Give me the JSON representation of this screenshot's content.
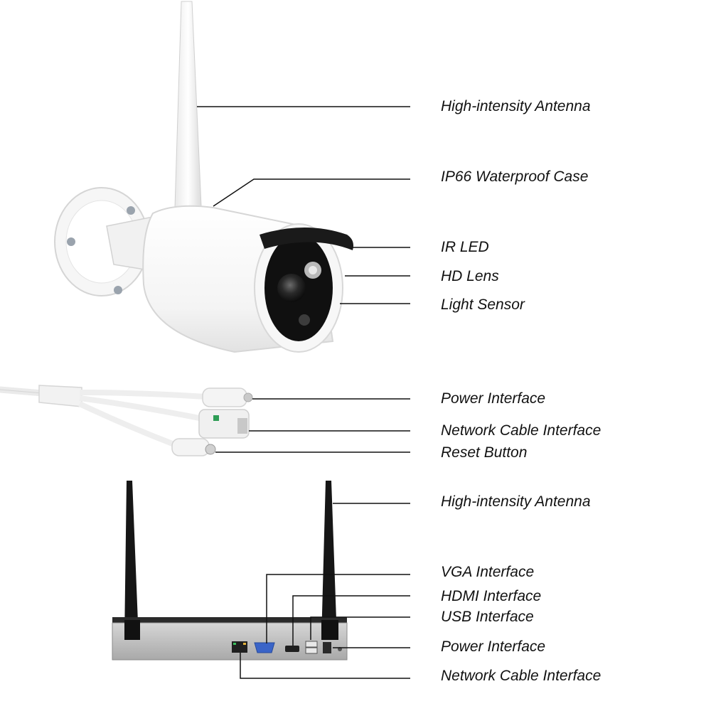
{
  "labels": {
    "cam_antenna": "High-intensity Antenna",
    "waterproof_case": "IP66 Waterproof Case",
    "ir_led": "IR LED",
    "hd_lens": "HD Lens",
    "light_sensor": "Light Sensor",
    "cable_power": "Power Interface",
    "cable_network": "Network Cable Interface",
    "reset_button": "Reset Button",
    "nvr_antenna": "High-intensity Antenna",
    "vga": "VGA Interface",
    "hdmi": "HDMI Interface",
    "usb": "USB Interface",
    "nvr_power": "Power Interface",
    "nvr_network": "Network Cable Interface"
  },
  "colors": {
    "leader_line": "#111111",
    "camera_body": "#ffffff",
    "nvr_body": "#1c1c1c",
    "nvr_panel": "#bdbdbd",
    "antenna_dark": "#161616",
    "vga_port": "#3a64c8"
  }
}
